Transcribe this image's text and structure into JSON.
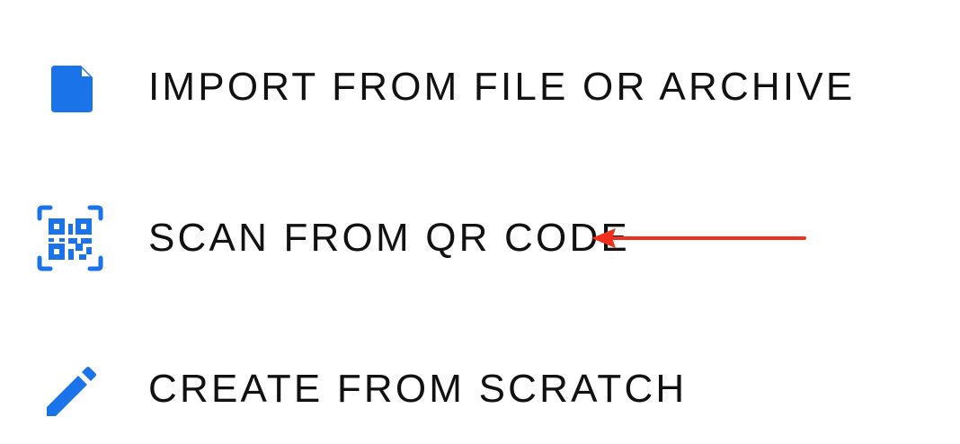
{
  "menu": {
    "items": [
      {
        "label": "IMPORT FROM FILE OR ARCHIVE",
        "icon": "file-icon"
      },
      {
        "label": "SCAN FROM QR CODE",
        "icon": "qr-code-scan-icon"
      },
      {
        "label": "CREATE FROM SCRATCH",
        "icon": "pencil-icon"
      }
    ]
  },
  "colors": {
    "icon": "#1a73e8",
    "text": "#111111",
    "annotation_arrow": "#f0301c"
  }
}
